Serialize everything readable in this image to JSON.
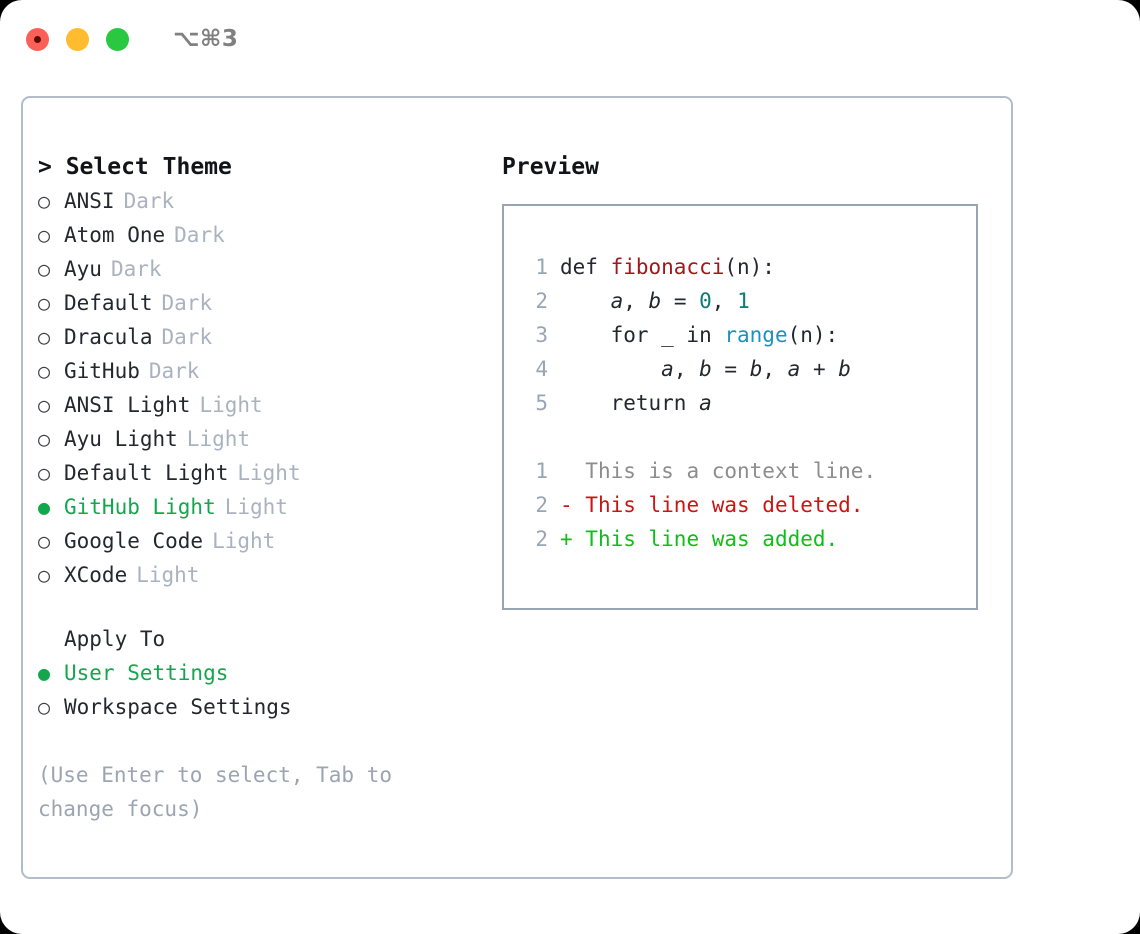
{
  "titlebar": {
    "shortcut": "⌥⌘3",
    "buttons": [
      {
        "name": "close",
        "color": "#fb6058"
      },
      {
        "name": "minimize",
        "color": "#febc2e"
      },
      {
        "name": "zoom",
        "color": "#28c840"
      }
    ]
  },
  "theme_list": {
    "header": "> Select Theme",
    "marker_selected": "●",
    "marker_unselected": "○",
    "items": [
      {
        "name": "ANSI",
        "tag": "Dark",
        "selected": false
      },
      {
        "name": "Atom One",
        "tag": "Dark",
        "selected": false
      },
      {
        "name": "Ayu",
        "tag": "Dark",
        "selected": false
      },
      {
        "name": "Default",
        "tag": "Dark",
        "selected": false
      },
      {
        "name": "Dracula",
        "tag": "Dark",
        "selected": false
      },
      {
        "name": "GitHub",
        "tag": "Dark",
        "selected": false
      },
      {
        "name": "ANSI Light",
        "tag": "Light",
        "selected": false
      },
      {
        "name": "Ayu Light",
        "tag": "Light",
        "selected": false
      },
      {
        "name": "Default Light",
        "tag": "Light",
        "selected": false
      },
      {
        "name": "GitHub Light",
        "tag": "Light",
        "selected": true
      },
      {
        "name": "Google Code",
        "tag": "Light",
        "selected": false
      },
      {
        "name": "XCode",
        "tag": "Light",
        "selected": false
      }
    ]
  },
  "apply_to": {
    "header": "Apply To",
    "options": [
      {
        "name": "User Settings",
        "selected": true
      },
      {
        "name": "Workspace Settings",
        "selected": false
      }
    ]
  },
  "hint": "(Use Enter to select, Tab to change focus)",
  "preview": {
    "title": "Preview",
    "code_lines": [
      {
        "number": "1",
        "tokens": [
          {
            "text": "def ",
            "kind": "plain"
          },
          {
            "text": "fibonacci",
            "kind": "fn"
          },
          {
            "text": "(n):",
            "kind": "plain"
          }
        ]
      },
      {
        "number": "2",
        "tokens": [
          {
            "text": "    ",
            "kind": "plain"
          },
          {
            "text": "a",
            "kind": "var"
          },
          {
            "text": ", ",
            "kind": "plain"
          },
          {
            "text": "b",
            "kind": "var"
          },
          {
            "text": " = ",
            "kind": "plain"
          },
          {
            "text": "0",
            "kind": "num"
          },
          {
            "text": ", ",
            "kind": "plain"
          },
          {
            "text": "1",
            "kind": "num"
          }
        ]
      },
      {
        "number": "3",
        "tokens": [
          {
            "text": "    for _ in ",
            "kind": "plain"
          },
          {
            "text": "range",
            "kind": "builtin"
          },
          {
            "text": "(n):",
            "kind": "plain"
          }
        ]
      },
      {
        "number": "4",
        "tokens": [
          {
            "text": "        ",
            "kind": "plain"
          },
          {
            "text": "a",
            "kind": "var"
          },
          {
            "text": ", ",
            "kind": "plain"
          },
          {
            "text": "b",
            "kind": "var"
          },
          {
            "text": " = ",
            "kind": "plain"
          },
          {
            "text": "b",
            "kind": "var"
          },
          {
            "text": ", ",
            "kind": "plain"
          },
          {
            "text": "a",
            "kind": "var"
          },
          {
            "text": " + ",
            "kind": "plain"
          },
          {
            "text": "b",
            "kind": "var"
          }
        ]
      },
      {
        "number": "5",
        "tokens": [
          {
            "text": "    return ",
            "kind": "plain"
          },
          {
            "text": "a",
            "kind": "var"
          }
        ]
      }
    ],
    "diff_lines": [
      {
        "number": "1",
        "sign": " ",
        "text": "This is a context line.",
        "kind": "ctx"
      },
      {
        "number": "2",
        "sign": "-",
        "text": "This line was deleted.",
        "kind": "del"
      },
      {
        "number": "2",
        "sign": "+",
        "text": "This line was added.",
        "kind": "add"
      }
    ]
  },
  "colors": {
    "accent_green": "#12a74c",
    "muted": "#a9b3c0",
    "diff_add": "#0dbf17",
    "diff_del": "#cc1414",
    "fn": "#a3161b",
    "number": "#0c7c74",
    "builtin": "#1a91c4"
  }
}
